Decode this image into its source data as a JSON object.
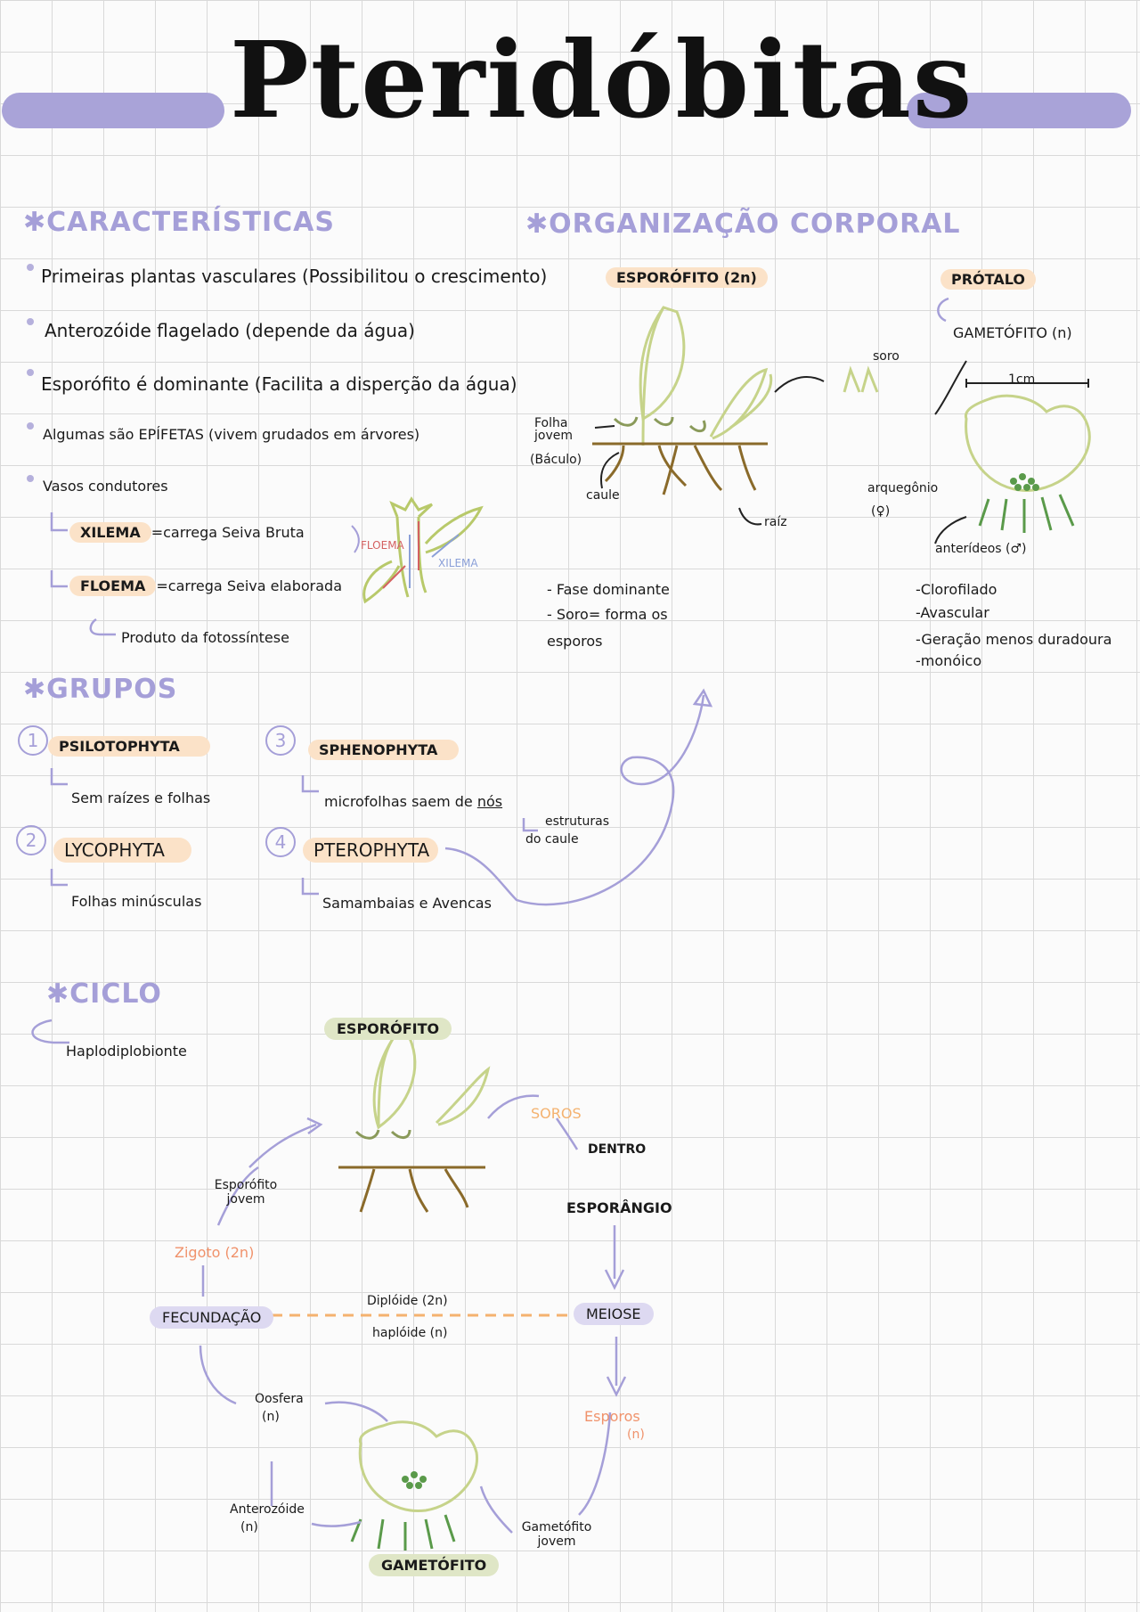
{
  "title": "Pteridóbitas",
  "caracteristicas": {
    "heading": "CARACTERÍSTICAS",
    "items": [
      "Primeiras plantas vasculares (Possibilitou o crescimento)",
      "Anterozóide flagelado (depende da água)",
      "Esporófito é dominante (Facilita a disperção da água)",
      "Algumas são EPÍFETAS (vivem grudados em árvores)",
      "Vasos condutores"
    ],
    "xilema_term": "XILEMA",
    "xilema_desc": "=carrega Seiva Bruta",
    "floema_term": "FLOEMA",
    "floema_desc": "=carrega Seiva elaborada",
    "produto": "Produto da fotossíntese",
    "diagram_floema": "FLOEMA",
    "diagram_xilema": "XILEMA"
  },
  "organizacao": {
    "heading": "ORGANIZAÇÃO CORPORAL",
    "esporofito_label": "ESPORÓFITO (2n)",
    "soro": "soro",
    "folha_jovem": "Folha jovem",
    "baculo": "(Báculo)",
    "caule": "caule",
    "raiz": "raíz",
    "notes": [
      "- Fase dominante",
      "- Soro= forma os",
      "esporos"
    ],
    "protalo": "PRÓTALO",
    "gametofito": "GAMETÓFITO (n)",
    "scale": "1cm",
    "arquegonio": "arquegônio",
    "female": "(♀)",
    "anteridios": "anterídeos (♂)",
    "protalo_notes": [
      "-Clorofilado",
      "-Avascular",
      "-Geração menos duradoura",
      "-monóico"
    ]
  },
  "grupos": {
    "heading": "GRUPOS",
    "items": [
      {
        "num": "1",
        "name": "PSILOTOPHYTA",
        "desc": "Sem raízes e folhas"
      },
      {
        "num": "2",
        "name": "LYCOPHYTA",
        "desc": "Folhas minúsculas"
      },
      {
        "num": "3",
        "name": "SPHENOPHYTA",
        "desc": "microfolhas saem de"
      },
      {
        "num": "4",
        "name": "PTEROPHYTA",
        "desc": "Samambaias e Avencas"
      }
    ],
    "nos": "nós",
    "estruturas": "estruturas",
    "do_caule": "do caule"
  },
  "ciclo": {
    "heading": "CICLO",
    "haplo": "Haplodiplobionte",
    "esporofito": "ESPORÓFITO",
    "soros": "SOROS",
    "dentro": "DENTRO",
    "esporangio": "ESPORÂNGIO",
    "meiose": "MEIOSE",
    "esporos": "Esporos",
    "esporos_n": "(n)",
    "gametofito_jovem": "Gametófito jovem",
    "gametofito": "GAMETÓFITO",
    "anterozoide": "Anterozóide",
    "anterozoide_n": "(n)",
    "oosfera": "Oosfera",
    "oosfera_n": "(n)",
    "fecundacao": "FECUNDAÇÃO",
    "zigoto": "Zigoto (2n)",
    "esporofito_jovem": "Esporófito jovem",
    "diploide": "Diplóide (2n)",
    "haploide": "haplóide (n)"
  }
}
